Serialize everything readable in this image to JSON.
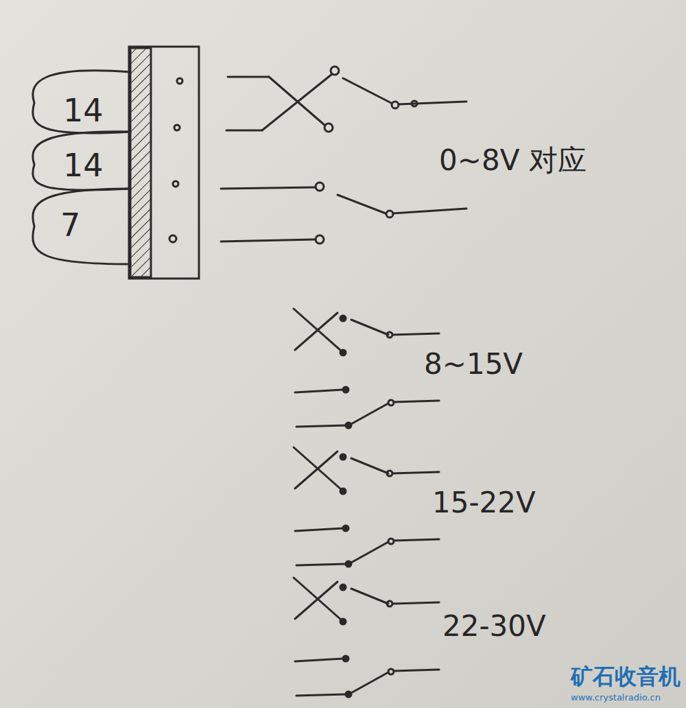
{
  "diagram": {
    "labels": [
      "14",
      "14",
      "7",
      "0~8V 对应",
      "8~15V",
      "15-22V",
      "22-30V",
      "矿石收音机",
      "www.crystalradio.cn"
    ]
  }
}
